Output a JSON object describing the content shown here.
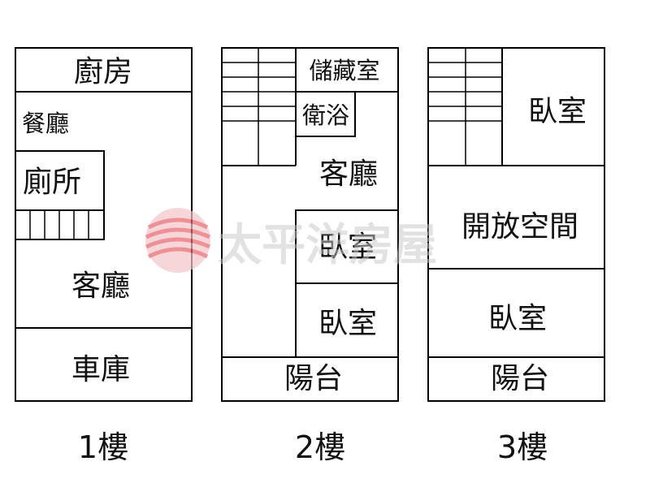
{
  "floors": [
    {
      "label": "1樓",
      "rooms": {
        "kitchen": "廚房",
        "dining": "餐廳",
        "toilet": "廁所",
        "living": "客廳",
        "garage": "車庫"
      }
    },
    {
      "label": "2樓",
      "rooms": {
        "storage": "儲藏室",
        "bath": "衛浴",
        "living": "客廳",
        "bedroom_a": "臥室",
        "bedroom_b": "臥室",
        "balcony": "陽台"
      }
    },
    {
      "label": "3樓",
      "rooms": {
        "bedroom_top": "臥室",
        "open_space": "開放空間",
        "bedroom_bottom": "臥室",
        "balcony": "陽台"
      }
    }
  ],
  "watermark": {
    "text": "太平洋房屋"
  },
  "colors": {
    "line": "#000000",
    "logo_red": "#e8636a",
    "watermark_gray": "#c9c9c9"
  }
}
